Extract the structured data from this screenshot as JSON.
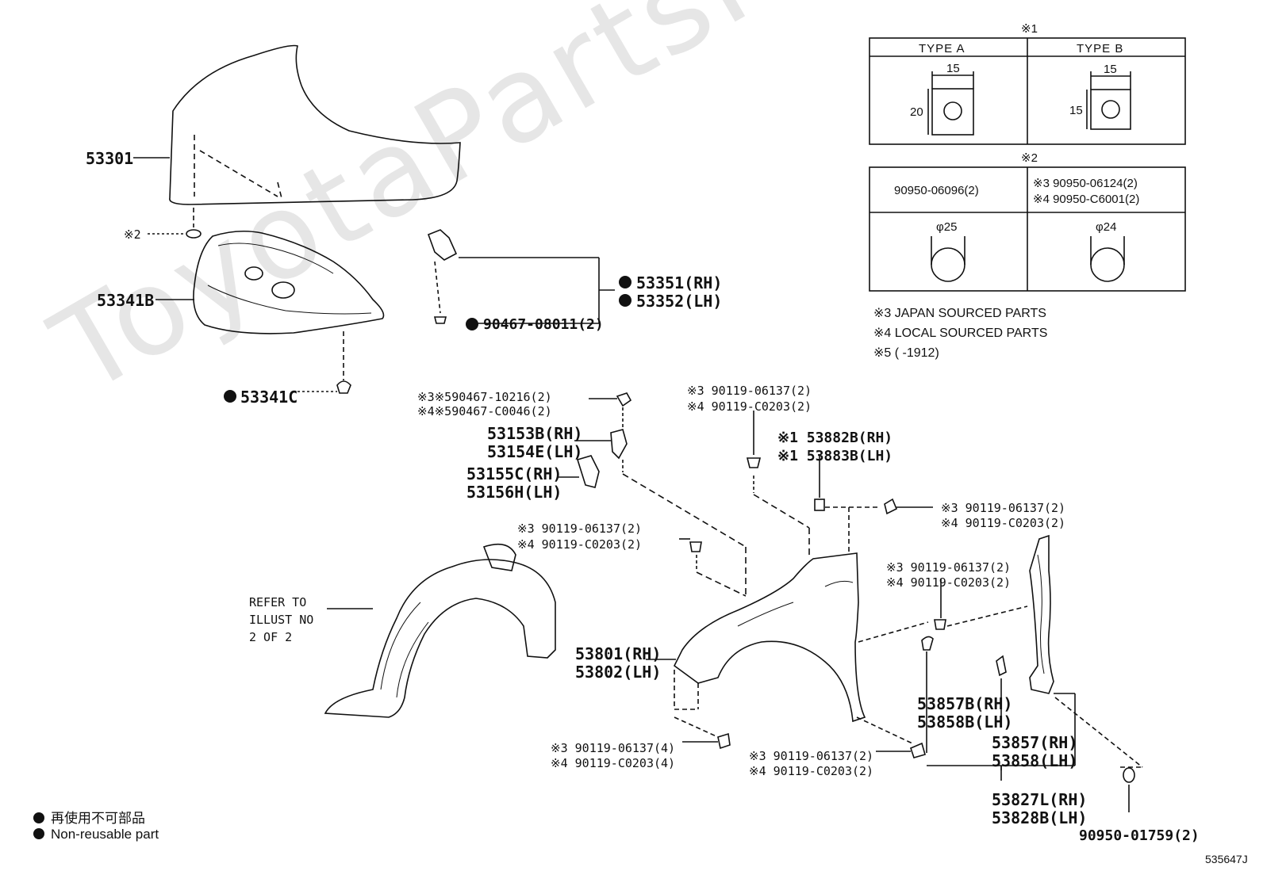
{
  "watermark": "ToyotaPartsMine.ru",
  "parts": {
    "hood": "53301",
    "ref2": "※2",
    "insulator": "53341B",
    "insulator_clip": "53341C",
    "seal_rh": "53351(RH)",
    "seal_lh": "53352(LH)",
    "clip_90467_08011": "90467-08011(2)",
    "clip_10216": "※3※590467-10216(2)",
    "clip_c0046": "※4※590467-C0046(2)",
    "bracket_rh": "53153B(RH)",
    "bracket_lh": "53154E(LH)",
    "bracket2_rh": "53155C(RH)",
    "bracket2_lh": "53156H(LH)",
    "bolt_a1": "※3 90119-06137(2)",
    "bolt_a2": "※4 90119-C0203(2)",
    "bolt_b1": "※3 90119-06137(2)",
    "bolt_b2": "※4 90119-C0203(2)",
    "pad_rh": "※1 53882B(RH)",
    "pad_lh": "※1 53883B(LH)",
    "bolt_c1": "※3 90119-06137(2)",
    "bolt_c2": "※4 90119-C0203(2)",
    "bolt_d1": "※3 90119-06137(2)",
    "bolt_d2": "※4 90119-C0203(2)",
    "refer_1": "REFER TO",
    "refer_2": "ILLUST NO",
    "refer_3": "2 OF 2",
    "fender_rh": "53801(RH)",
    "fender_lh": "53802(LH)",
    "seal2_rh": "53857B(RH)",
    "seal2_lh": "53858B(LH)",
    "seal3_rh": "53857(RH)",
    "seal3_lh": "53858(LH)",
    "bolt_e1": "※3 90119-06137(4)",
    "bolt_e2": "※4 90119-C0203(4)",
    "bolt_f1": "※3 90119-06137(2)",
    "bolt_f2": "※4 90119-C0203(2)",
    "panel_rh": "53827L(RH)",
    "panel_lh": "53828B(LH)",
    "plug": "90950-01759(2)"
  },
  "table1": {
    "title": "※1",
    "col_a": "TYPE  A",
    "col_b": "TYPE  B",
    "a_w": "15",
    "a_h": "20",
    "b_w": "15",
    "b_h": "15"
  },
  "table2": {
    "title": "※2",
    "left_part": "90950-06096(2)",
    "right_part_1": "※3 90950-06124(2)",
    "right_part_2": "※4 90950-C6001(2)",
    "left_dia": "φ25",
    "right_dia": "φ24"
  },
  "notes": {
    "n3": "※3  JAPAN SOURCED PARTS",
    "n4": "※4  LOCAL SOURCED PARTS",
    "n5": "※5 (       -1912)"
  },
  "legend": {
    "jp": "再使用不可部品",
    "en": "Non-reusable part"
  },
  "diagram_id": "535647J"
}
